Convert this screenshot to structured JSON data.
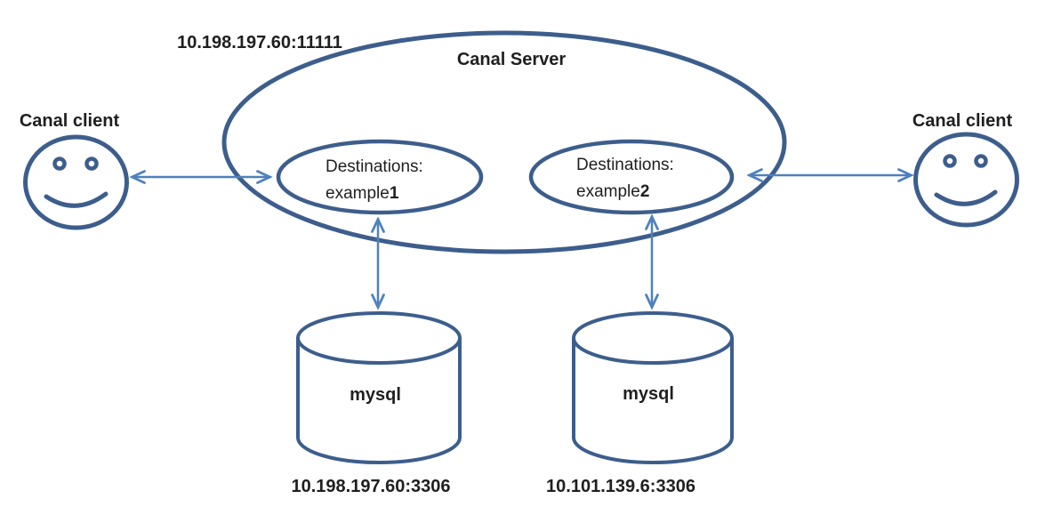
{
  "diagram": {
    "title_hint": "Canal Server replication architecture",
    "server": {
      "label": "Canal Server",
      "address": "10.198.197.60:11111",
      "destinations": [
        {
          "title": "Destinations:",
          "name_prefix": "example",
          "name_number": "1"
        },
        {
          "title": "Destinations:",
          "name_prefix": "example",
          "name_number": "2"
        }
      ]
    },
    "clients": [
      {
        "label": "Canal client"
      },
      {
        "label": "Canal client"
      }
    ],
    "databases": [
      {
        "label": "mysql",
        "address": "10.198.197.60:3306"
      },
      {
        "label": "mysql",
        "address": "10.101.139.6:3306"
      }
    ],
    "colors": {
      "shape_stroke": "#3D5E8C",
      "arrow": "#4F81BD",
      "text": "#1F1F1F",
      "background": "#FFFFFF"
    }
  }
}
